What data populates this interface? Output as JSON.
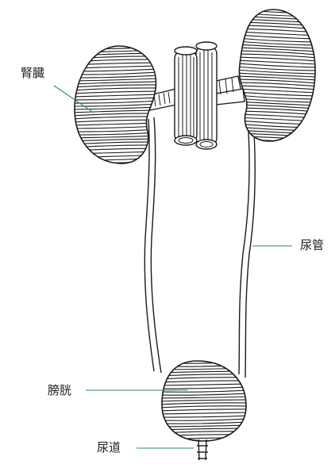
{
  "labels": {
    "kidney": "腎臓",
    "ureter": "尿管",
    "bladder": "膀胱",
    "urethra": "尿道"
  },
  "colors": {
    "ink": "#1a1a1a",
    "leader": "#2a8a6a",
    "text": "#1d1d1d"
  }
}
